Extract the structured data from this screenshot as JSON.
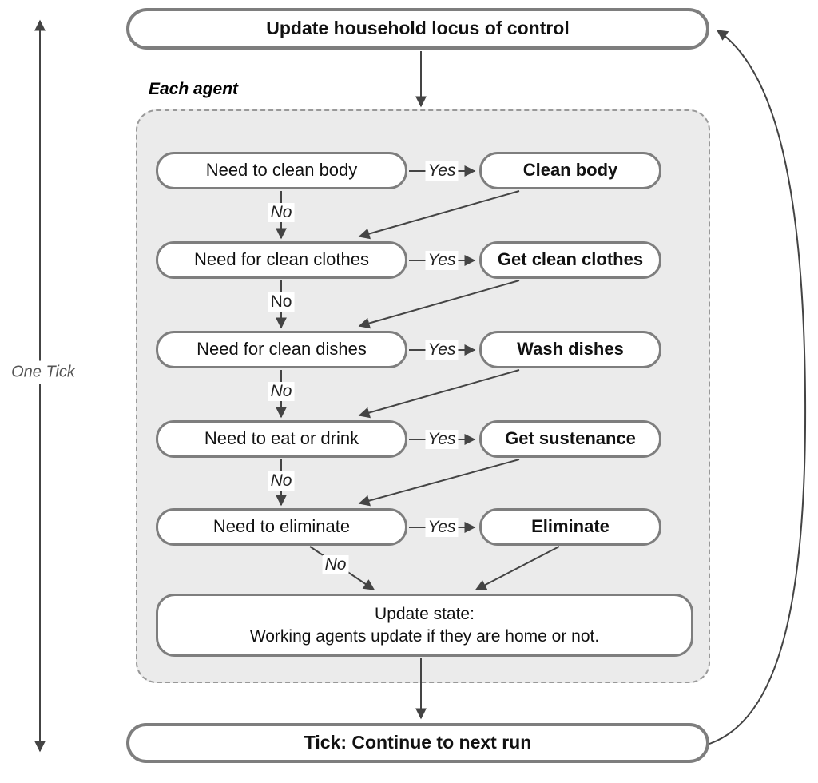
{
  "diagram": {
    "top_box": "Update household locus of control",
    "each_agent_label": "Each agent",
    "one_tick_label": "One Tick",
    "rows": [
      {
        "condition": "Need to clean body",
        "yes_label": "Yes",
        "action": "Clean body",
        "no_label": "No"
      },
      {
        "condition": "Need for clean clothes",
        "yes_label": "Yes",
        "action": "Get clean clothes",
        "no_label": "No"
      },
      {
        "condition": "Need for clean dishes",
        "yes_label": "Yes",
        "action": "Wash dishes",
        "no_label": "No"
      },
      {
        "condition": "Need to eat or drink",
        "yes_label": "Yes",
        "action": "Get sustenance",
        "no_label": "No"
      },
      {
        "condition": "Need to eliminate",
        "yes_label": "Yes",
        "action": "Eliminate",
        "no_label": "No"
      }
    ],
    "update_state_box": {
      "line1": "Update state:",
      "line2": "Working agents update if they are home or not."
    },
    "tick_box": "Tick: Continue to next run",
    "colors": {
      "node_border": "#7e7e7e",
      "container_fill": "#ebebeb",
      "container_border": "#999999",
      "arrow": "#444444",
      "one_tick_text": "#555555",
      "text": "#111111"
    }
  }
}
